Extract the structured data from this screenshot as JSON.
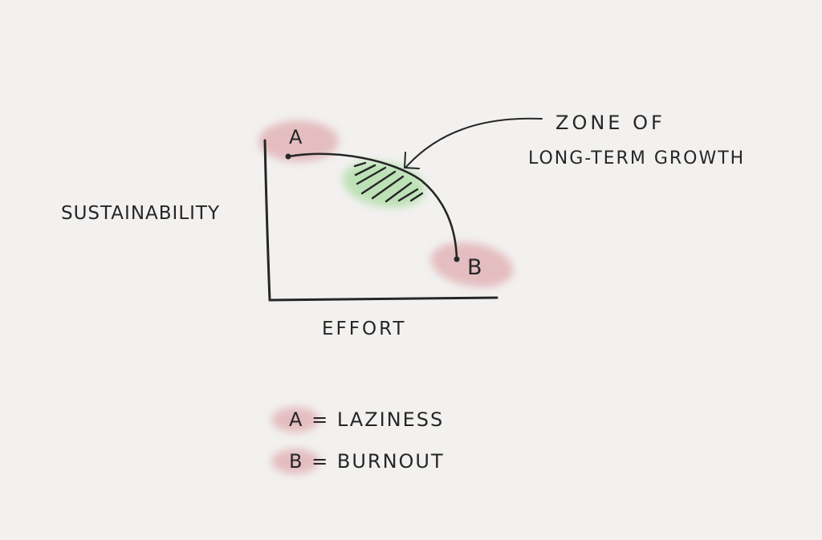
{
  "diagram": {
    "y_axis_label": "SUSTAINABILITY",
    "x_axis_label": "EFFORT",
    "point_a": "A",
    "point_b": "B",
    "annotation_line1": "ZONE OF",
    "annotation_line2": "LONG-TERM GROWTH",
    "colors": {
      "background": "#f2f1f0",
      "ink": "#262626",
      "extreme_blob": "#e3b8bb",
      "zone_blob": "#b8e0b0"
    }
  },
  "legend": {
    "items": [
      {
        "key": "A",
        "eq": "=",
        "label": "LAZINESS"
      },
      {
        "key": "B",
        "eq": "=",
        "label": "BURNOUT"
      }
    ]
  }
}
